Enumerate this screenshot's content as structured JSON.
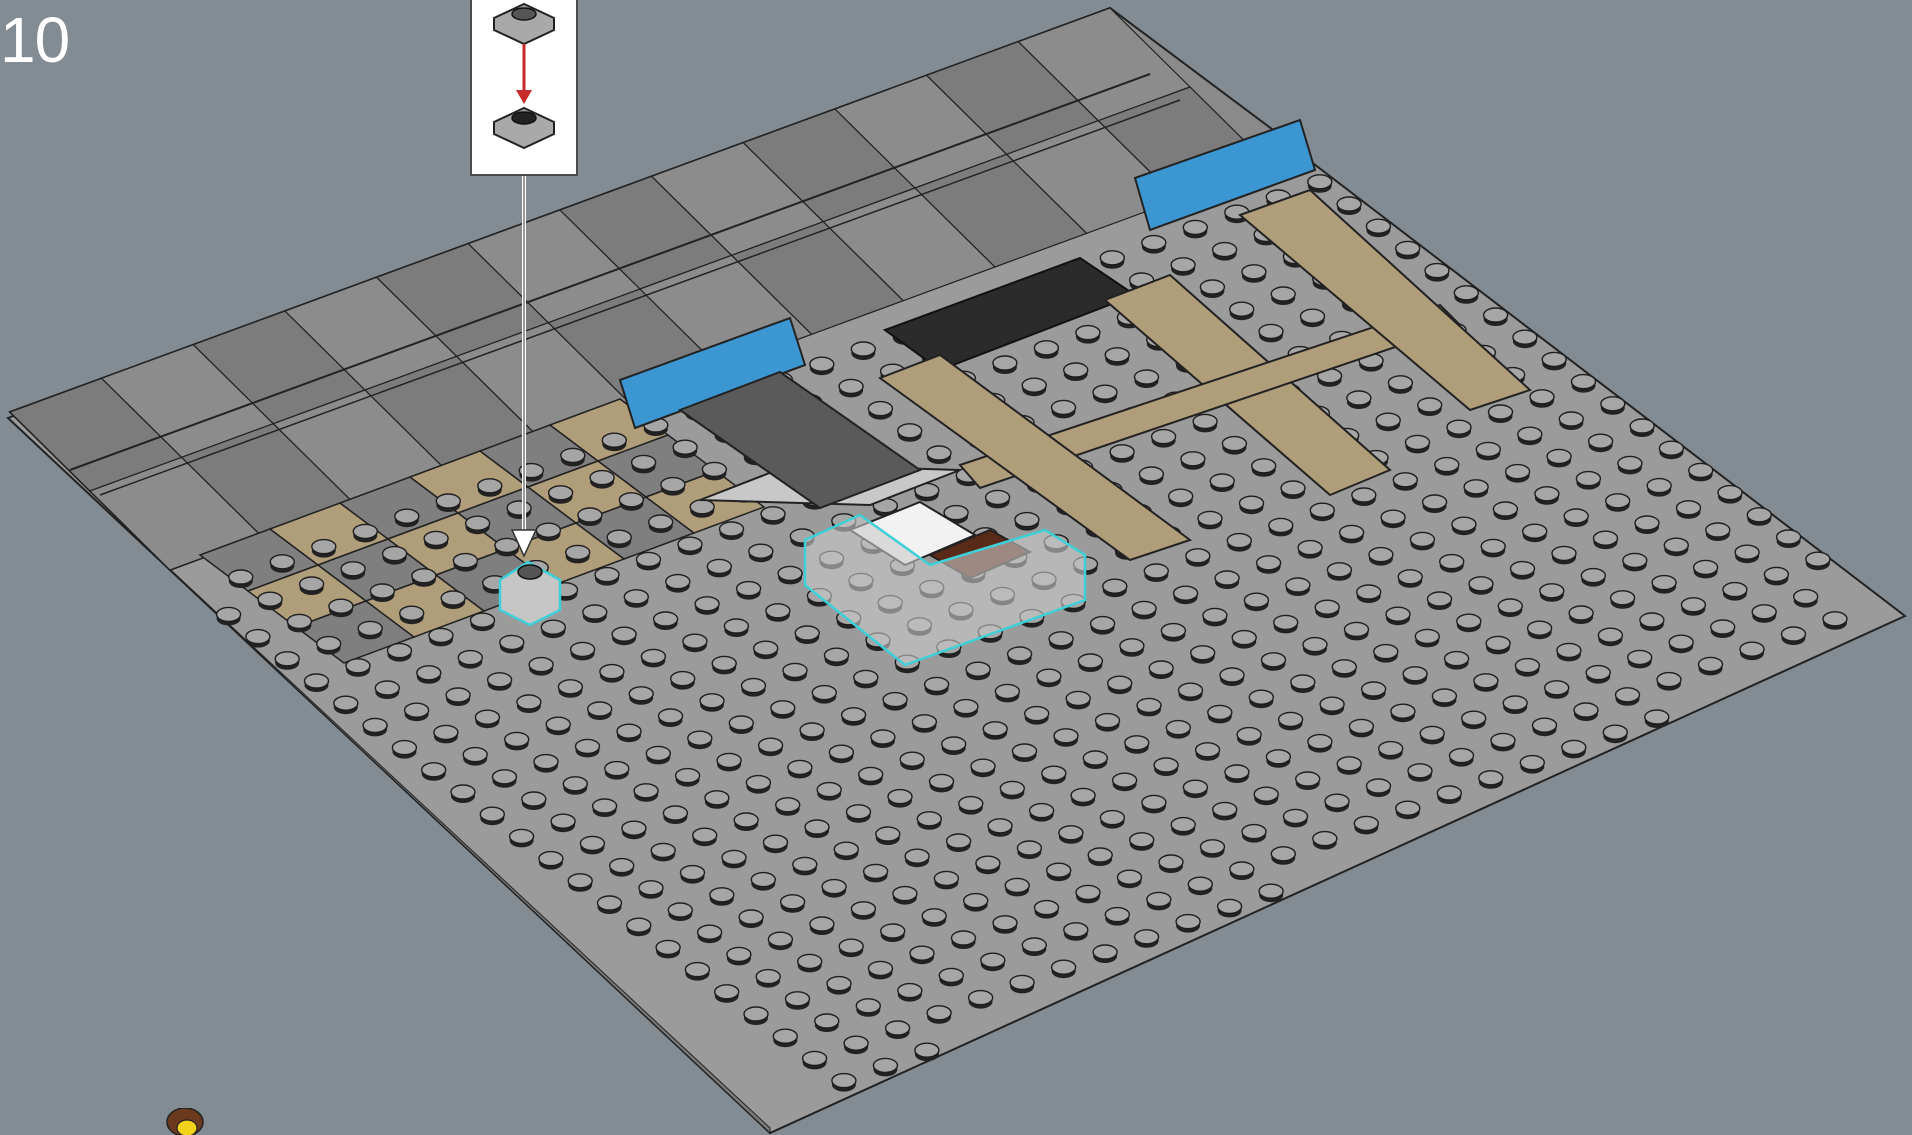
{
  "instructions": {
    "step_number": "10",
    "highlight_color": "#3ed0d8",
    "arrow_color": "#c72a2a",
    "callout": {
      "parts": [
        {
          "name": "plate-1x1-before",
          "color": "#a9a9a9"
        },
        {
          "name": "plate-1x1-after",
          "color": "#a9a9a9"
        }
      ]
    },
    "colors": {
      "background": "#838c93",
      "baseplate": "#9b9b9b",
      "road_dark": "#7d7d7d",
      "road_light": "#959595",
      "tan": "#b09d7a",
      "blue": "#3c96d2",
      "black_tile": "#2b2b2b",
      "white": "#f2f2f2",
      "brown": "#5a2a18",
      "light_gray_brick": "#c8c8c8"
    },
    "icons": {
      "arrow_down": "arrow-down-icon",
      "minifig": "minifigure-icon"
    }
  }
}
